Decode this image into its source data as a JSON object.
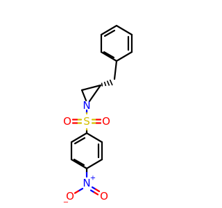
{
  "molecule": {
    "colors": {
      "carbon": "#000000",
      "nitrogen": "#0000ff",
      "oxygen": "#ff0000",
      "sulfur": "#d4c000"
    },
    "atoms": {
      "aziridine_n": "N",
      "sulfur": "S",
      "sulfonyl_o_left": "O",
      "sulfonyl_o_right": "O",
      "nitro_n": "N",
      "nitro_n_charge": "+",
      "nitro_o_left": "O",
      "nitro_o_left_charge": "−",
      "nitro_o_right": "O"
    }
  }
}
